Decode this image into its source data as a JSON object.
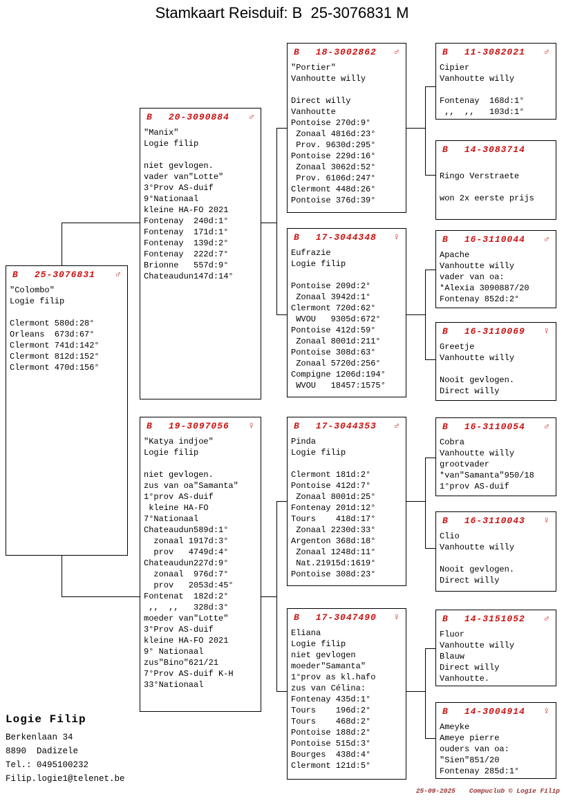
{
  "title": "Stamkaart Reisduif: B  25-3076831 M",
  "colors": {
    "header_red": "#cc1111",
    "footer_red": "#993333",
    "border": "#000000"
  },
  "boxes": [
    {
      "country": "B",
      "ring": "25-3076831",
      "sex": "♂",
      "lines": [
        "\"Colombo\"",
        "Logie filip",
        "",
        "Clermont 580d:28°",
        "Orleans  673d:67°",
        "Clermont 741d:142°",
        "Clermont 812d:152°",
        "Clermont 470d:156°"
      ]
    },
    {
      "country": "B",
      "ring": "20-3090884",
      "sex": "♂",
      "lines": [
        "\"Manix\"",
        "Logie filip",
        "",
        "niet gevlogen.",
        "vader van\"Lotte\"",
        "3°Prov AS-duif",
        "9°Nationaal",
        "kleine HA-FO 2021",
        "Fontenay  240d:1°",
        "Fontenay  171d:1°",
        "Fontenay  139d:2°",
        "Fontenay  222d:7°",
        "Brionne   557d:9°",
        "Chateaudun147d:14°"
      ]
    },
    {
      "country": "B",
      "ring": "19-3097056",
      "sex": "♀",
      "lines": [
        "\"Katya indjoe\"",
        "Logie filip",
        "",
        "niet gevlogen.",
        "zus van oa\"Samanta\"",
        "1°prov AS-duif",
        " kleine HA-FO",
        "7°Nationaal",
        "Chateaudun589d:1°",
        "  zonaal 1917d:3°",
        "  prov   4749d:4°",
        "Chateaudun227d:9°",
        "  zonaal  976d:7°",
        "  prov   2053d:45°",
        "Fontenat  182d:2°",
        " ,,  ,,   328d:3°",
        "moeder van\"Lotte\"",
        "3°Prov AS-duif",
        "kleine HA-FO 2021",
        "9° Nationaal",
        "zus\"Bino\"621/21",
        "7°Prov AS-duif K-H",
        "33°Nationaal"
      ]
    },
    {
      "country": "B",
      "ring": "18-3002862",
      "sex": "♂",
      "lines": [
        "\"Portier\"",
        "Vanhoutte willy",
        "",
        "Direct willy",
        "Vanhoutte",
        "Pontoise 270d:9°",
        " Zonaal 4816d:23°",
        " Prov. 9630d:295°",
        "Pontoise 229d:16°",
        " Zonaal 3062d:52°",
        " Prov. 6106d:247°",
        "Clermont 448d:26°",
        "Pontoise 376d:39°"
      ]
    },
    {
      "country": "B",
      "ring": "17-3044348",
      "sex": "♀",
      "lines": [
        "Eufrazie",
        "Logie filip",
        "",
        "Pontoise 209d:2°",
        " Zonaal 3942d:1°",
        "Clermont 720d:62°",
        " WVOU   9305d:672°",
        "Pontoise 412d:59°",
        " Zonaal 8001d:211°",
        "Pontoise 308d:63°",
        " Zonaal 5720d:256°",
        "Compigne 1206d:194°",
        " WVOU   18457:1575°"
      ]
    },
    {
      "country": "B",
      "ring": "17-3044353",
      "sex": "♂",
      "lines": [
        "Pinda",
        "Logie filip",
        "",
        "Clermont 181d:2°",
        "Pontoise 412d:7°",
        " Zonaal 8001d:25°",
        "Fontenay 201d:12°",
        "Tours    418d:17°",
        " Zonaal 2230d:33°",
        "Argenton 368d:18°",
        " Zonaal 1248d:11°",
        " Nat.21915d:1619°",
        "Pontoise 308d:23°"
      ]
    },
    {
      "country": "B",
      "ring": "17-3047490",
      "sex": "♀",
      "lines": [
        "Eliana",
        "Logie filip",
        "niet gevlogen",
        "moeder\"Samanta\"",
        "1°prov as kl.hafo",
        "zus van Célina:",
        "Fontenay 435d:1°",
        "Tours    196d:2°",
        "Tours    468d:2°",
        "Pontoise 188d:2°",
        "Pontoise 515d:3°",
        "Bourges  438d:4°",
        "Clermont 121d:5°"
      ]
    },
    {
      "country": "B",
      "ring": "11-3082021",
      "sex": "♂",
      "lines": [
        "Cipier",
        "Vanhoutte willy",
        "",
        "Fontenay  168d:1°",
        " ,,  ,,   103d:1°"
      ]
    },
    {
      "country": "B",
      "ring": "14-3083714",
      "sex": "",
      "lines": [
        "",
        "Ringo Verstraete",
        "",
        "won 2x eerste prijs"
      ]
    },
    {
      "country": "B",
      "ring": "16-3110044",
      "sex": "♂",
      "lines": [
        "Apache",
        "Vanhoutte willy",
        "vader van oa:",
        "*Alexia 3090887/20",
        "Fontenay 852d:2°"
      ]
    },
    {
      "country": "B",
      "ring": "16-3110069",
      "sex": "♀",
      "lines": [
        "Greetje",
        "Vanhoutte willy",
        "",
        "Nooit gevlogen.",
        "Direct willy"
      ]
    },
    {
      "country": "B",
      "ring": "16-3110054",
      "sex": "♂",
      "lines": [
        "Cobra",
        "Vanhoutte willy",
        "grootvader",
        "*van\"Samanta\"950/18",
        "1°prov AS-duif"
      ]
    },
    {
      "country": "B",
      "ring": "16-3110043",
      "sex": "♀",
      "lines": [
        "Clio",
        "Vanhoutte willy",
        "",
        "Nooit gevlogen.",
        "Direct willy"
      ]
    },
    {
      "country": "B",
      "ring": "14-3151052",
      "sex": "♂",
      "lines": [
        "Fluor",
        "Vanhoutte willy",
        "Blauw",
        "Direct willy",
        "Vanhoutte."
      ]
    },
    {
      "country": "B",
      "ring": "14-3004914",
      "sex": "♀",
      "lines": [
        "Ameyke",
        "Ameye pierre",
        "ouders van oa:",
        "\"Sien\"851/20",
        "Fontenay 285d:1°"
      ]
    }
  ],
  "owner": {
    "name": "Logie Filip",
    "address1": "Berkenlaan 34",
    "address2": "8890  Dadizele",
    "tel": "Tel.: 0495100232",
    "email": "Filip.logie1@telenet.be"
  },
  "footer": {
    "date": "25-09-2025",
    "credit": "Compuclub © Logie Filip"
  }
}
